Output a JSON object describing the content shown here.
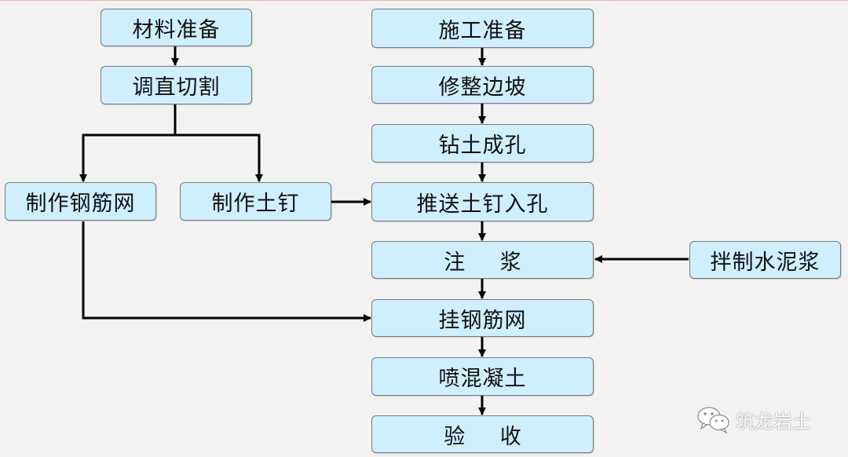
{
  "nodes": {
    "cailiao_zhunbei": "材料准备",
    "tiaozhi_qiege": "调直切割",
    "zhizuo_gangjinwang": "制作钢筋网",
    "zhizuo_tuding": "制作土钉",
    "shigong_zhunbei": "施工准备",
    "xiuzheng_bianpo": "修整边坡",
    "zuantu_chengkong": "钻土成孔",
    "tuisong_tuding_rukong": "推送土钉入孔",
    "zhujiang": "注 浆",
    "banzhi_shuinijiang": "拌制水泥浆",
    "gua_gangjinwang": "挂钢筋网",
    "pen_hunningtu": "喷混凝土",
    "yanshou": "验 收"
  },
  "watermark": {
    "text": "筑龙岩土",
    "icon": "wechat-icon"
  },
  "colors": {
    "box_fill": "#cfeefe",
    "box_border": "#7b7b7b",
    "arrow": "#000000",
    "background": "#f2f2f2"
  }
}
